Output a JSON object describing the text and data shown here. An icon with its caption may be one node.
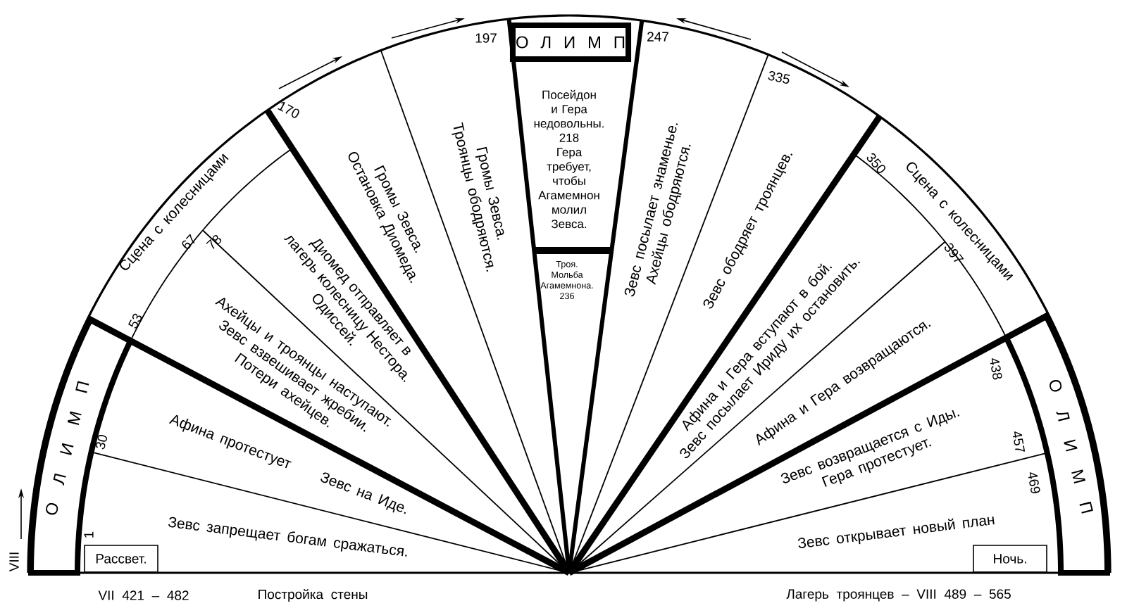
{
  "diagram": {
    "nodes": [
      {
        "text": [
          "О Л И М П"
        ]
      },
      {
        "text": [
          "Зевс запрещает богам сражаться."
        ]
      },
      {
        "text": [
          "Рассвет."
        ]
      },
      {
        "text": [
          "Афина протестует",
          "Зевс на Иде."
        ]
      },
      {
        "text": [
          "Сцена с колесницами"
        ]
      },
      {
        "text": [
          "Ахейцы и троянцы наступают.",
          "Зевс взвешивает жребии.",
          "Потери ахейцев."
        ]
      },
      {
        "text": [
          "Диомед отправляет в лагерь колесницу Нестора.",
          "Одиссей."
        ]
      },
      {
        "text": [
          "Громы Зевса.",
          "Остановка Диомеда."
        ]
      },
      {
        "text": [
          "Громы Зевса.",
          "Троянцы ободряются."
        ]
      },
      {
        "text": [
          "О Л И М П"
        ]
      },
      {
        "text": [
          "Посейдон и Гера недовольны.",
          "218",
          "Гера требует, чтобы Агамемнон молил Зевса."
        ]
      },
      {
        "text": [
          "Троя. Мольба Агамемнона.",
          "236"
        ]
      },
      {
        "text": [
          "Зевс посылает знаменье.",
          "Ахейцы ободряются."
        ]
      },
      {
        "text": [
          "Зевс ободряет троянцев."
        ]
      },
      {
        "text": [
          "Сцена с колесницами"
        ]
      },
      {
        "text": [
          "Афина и Гера вступают в бой.",
          "Зевс посылает Ириду их остановить."
        ]
      },
      {
        "text": [
          "Афина и Гера возвращаются."
        ]
      },
      {
        "text": [
          "О Л И М П"
        ]
      },
      {
        "text": [
          "Зевс возвращается с Иды.",
          "Гера протестует."
        ]
      },
      {
        "text": [
          "Зевс открывает новый план"
        ]
      },
      {
        "text": [
          "Ночь."
        ]
      }
    ],
    "labels": [
      "VIII",
      "1",
      "30",
      "53",
      "67",
      "78",
      "170",
      "197",
      "247",
      "335",
      "350",
      "397",
      "438",
      "457",
      "469",
      "VII 421 – 482",
      "Постройка стены",
      "Лагерь троянцев – VIII 489 – 565"
    ]
  }
}
